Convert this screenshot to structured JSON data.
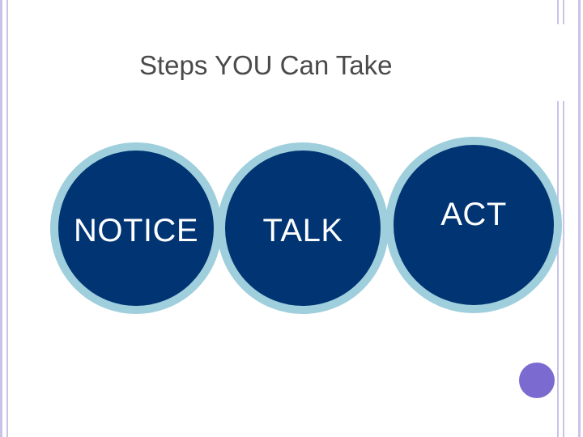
{
  "title": "Steps YOU Can Take",
  "steps": [
    {
      "label": "NOTICE"
    },
    {
      "label": "TALK"
    },
    {
      "label": "ACT"
    }
  ],
  "colors": {
    "circle_fill": "#003473",
    "circle_ring": "#9fcfdc",
    "accent_dot": "#7b6ad0",
    "rule_lines": "#c9c3e8",
    "title_text": "#4a4a4a"
  }
}
